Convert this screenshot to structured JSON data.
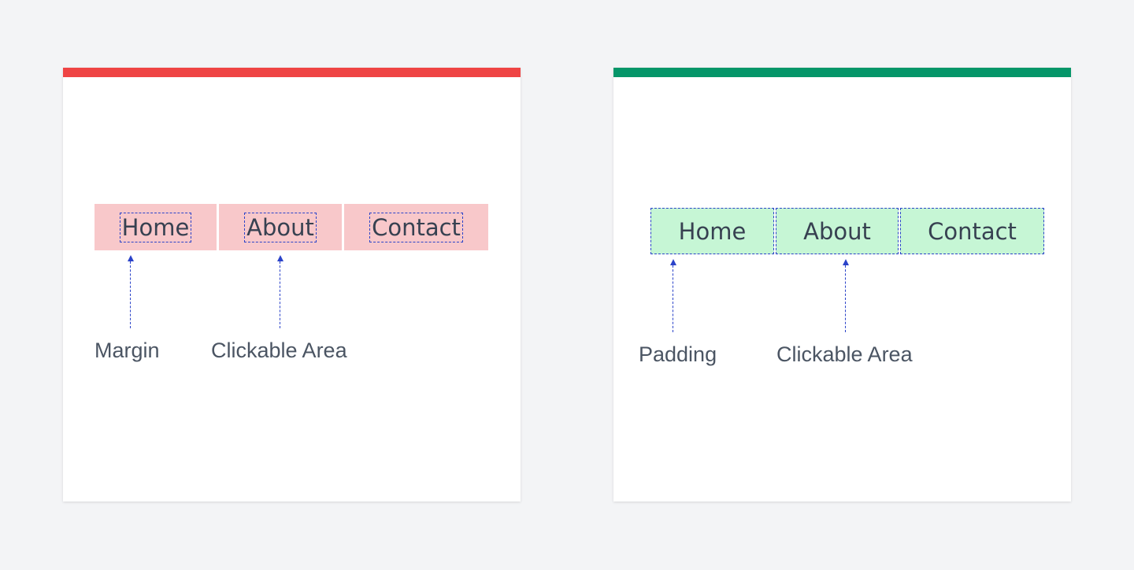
{
  "colors": {
    "bad_accent": "#ef4444",
    "good_accent": "#059669",
    "bad_item_bg": "#f8c8ca",
    "good_item_bg": "#c6f6d5",
    "annotation": "#2b43c9"
  },
  "left_panel": {
    "nav_items": [
      "Home",
      "About",
      "Contact"
    ],
    "captions": {
      "first": "Margin",
      "second": "Clickable Area"
    }
  },
  "right_panel": {
    "nav_items": [
      "Home",
      "About",
      "Contact"
    ],
    "captions": {
      "first": "Padding",
      "second": "Clickable Area"
    }
  }
}
